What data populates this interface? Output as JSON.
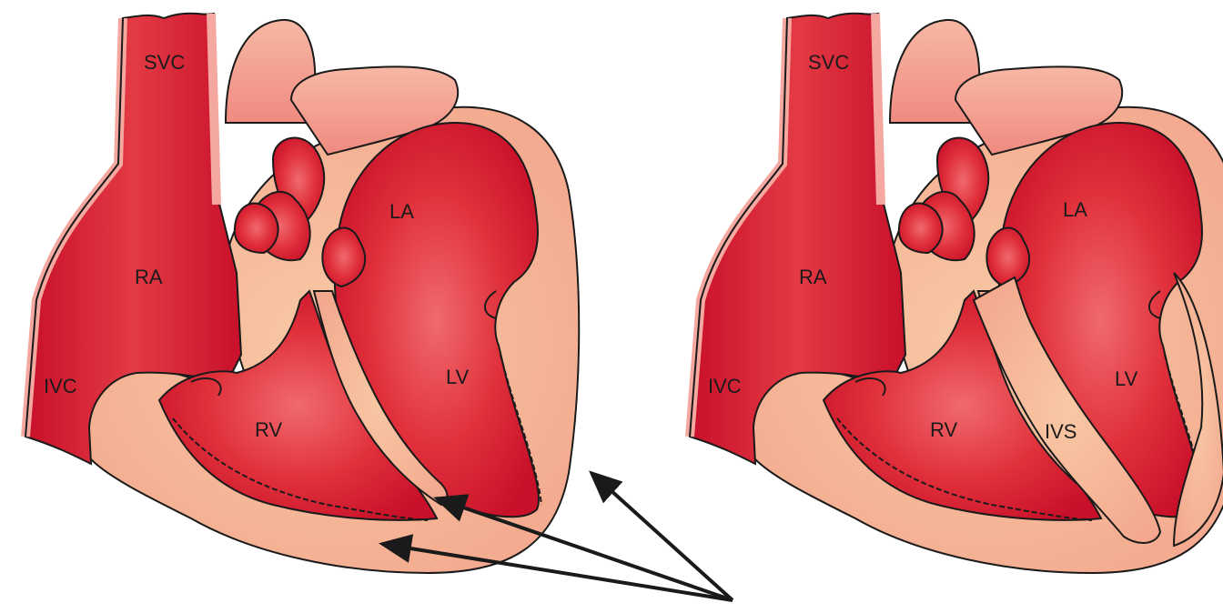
{
  "colors": {
    "blood": "#d9202c",
    "blood_light": "#f2767a",
    "wall": "#f5b894",
    "wall_outer": "#f4a8a0",
    "outline": "#1a1a1a"
  },
  "hearts": [
    {
      "labels": {
        "svc": "SVC",
        "ra": "RA",
        "ivc": "IVC",
        "rv": "RV",
        "la": "LA",
        "lv": "LV"
      }
    },
    {
      "labels": {
        "svc": "SVC",
        "ra": "RA",
        "ivc": "IVC",
        "rv": "RV",
        "la": "LA",
        "lv": "LV",
        "ivs": "IVS"
      }
    }
  ],
  "annotation": {
    "arrow_count": 3
  }
}
